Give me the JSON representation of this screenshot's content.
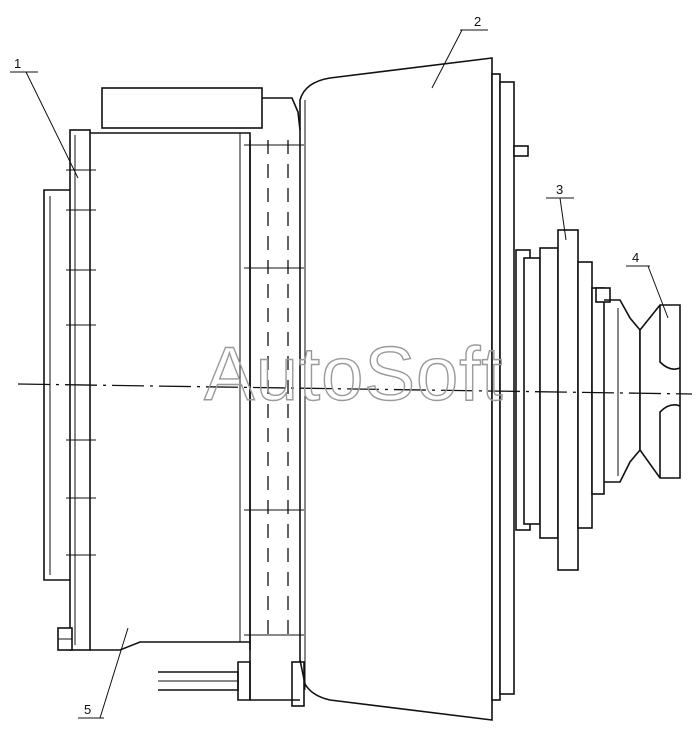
{
  "watermark": "AutoSoft",
  "callouts": [
    {
      "id": "1",
      "label": "1"
    },
    {
      "id": "2",
      "label": "2"
    },
    {
      "id": "3",
      "label": "3"
    },
    {
      "id": "4",
      "label": "4"
    },
    {
      "id": "5",
      "label": "5"
    }
  ],
  "colors": {
    "line": "#111111",
    "background": "#ffffff",
    "watermark": "#9a9a9a"
  }
}
